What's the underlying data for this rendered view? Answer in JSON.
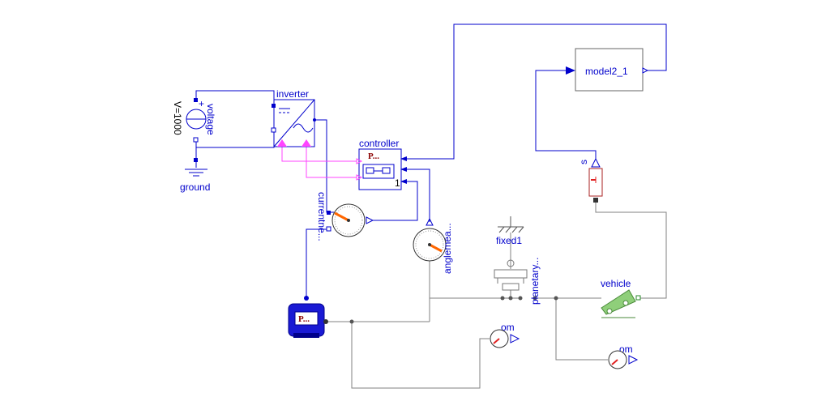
{
  "diagram": {
    "labels": {
      "voltage_param": "V=1000",
      "voltage": "voltage",
      "ground": "ground",
      "inverter": "inverter",
      "controller": "controller",
      "controller_inner": "P...",
      "controller_index": "1",
      "current_sensor": "currentne...",
      "angle_sensor": "anglemea...",
      "motor_inner": "P...",
      "fixed": "fixed1",
      "planetary": "planetary...",
      "vehicle": "vehicle",
      "model": "model2_1",
      "speed_sensor": "s",
      "om_motor": "om",
      "om_vehicle": "om",
      "plus_sign": "+"
    },
    "colors": {
      "connection": "#0000cc",
      "mechanical": "#808080",
      "signal_magenta": "#ff44ff",
      "block_border": "#0000cc",
      "motor_fill": "#1a1ad4",
      "vehicle_fill": "#8fcf7a",
      "pointer": "#ff6600",
      "sensor_red": "#e02020"
    },
    "icons": [
      "voltage-source-icon",
      "ground-icon",
      "inverter-icon",
      "controller-icon",
      "current-sensor-icon",
      "angle-sensor-icon",
      "motor-icon",
      "fixed-icon",
      "planetary-gear-icon",
      "vehicle-icon",
      "speed-sensor-icon",
      "speedometer-icon"
    ]
  }
}
